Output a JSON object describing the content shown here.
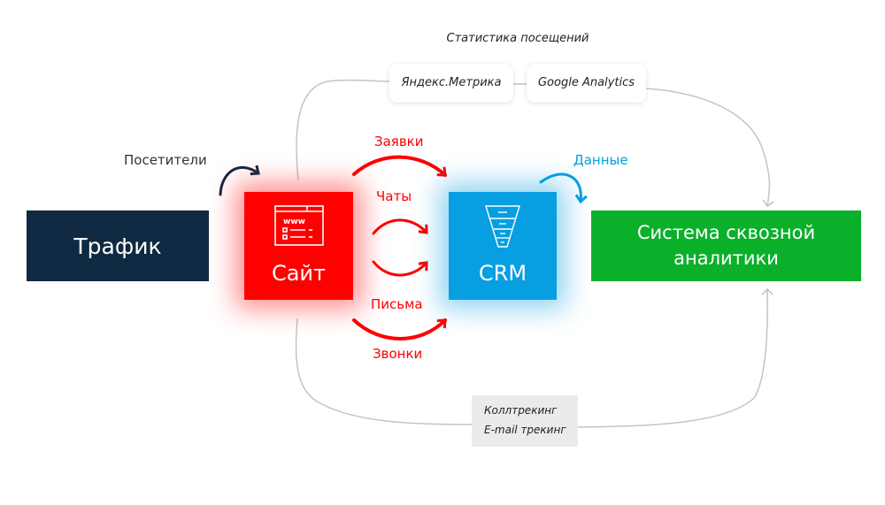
{
  "top_caption": "Статистика посещений",
  "stats_tools": [
    {
      "label": "Яндекс.Метрика"
    },
    {
      "label": "Google Analytics"
    }
  ],
  "nodes": {
    "traffic": {
      "label": "Трафик",
      "color": "#102942"
    },
    "site": {
      "label": "Сайт",
      "icon": "website-www-icon",
      "color": "#ff0000"
    },
    "crm": {
      "label": "CRM",
      "icon": "funnel-icon",
      "color": "#079ee2"
    },
    "analytics": {
      "label_line1": "Система сквозной",
      "label_line2": "аналитики",
      "color": "#0bb02a"
    }
  },
  "arrows": {
    "visitors": "Посетители",
    "data": "Данные",
    "requests": "Заявки",
    "chats": "Чаты",
    "letters": "Письма",
    "calls": "Звонки"
  },
  "tracking": [
    {
      "label": "Коллтрекинг"
    },
    {
      "label": "E-mail трекинг"
    }
  ]
}
